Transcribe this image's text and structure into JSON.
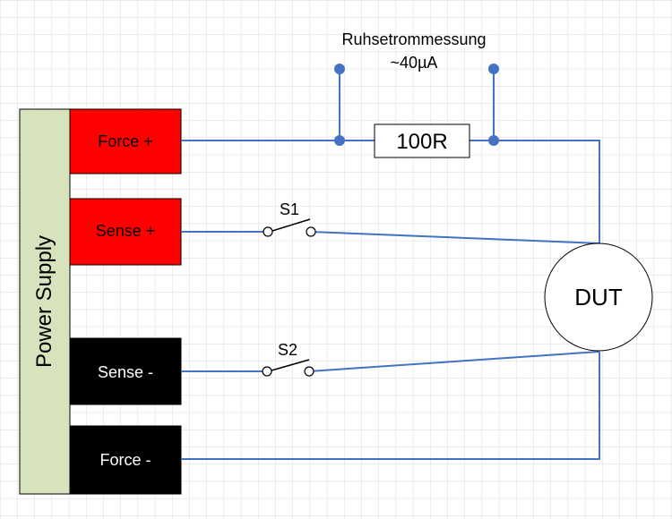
{
  "diagram": {
    "power_supply": {
      "label": "Power Supply"
    },
    "terminals": {
      "force_plus": {
        "label": "Force +",
        "color": "#ff0000"
      },
      "sense_plus": {
        "label": "Sense +",
        "color": "#ff0000"
      },
      "sense_minus": {
        "label": "Sense -",
        "color": "#000000"
      },
      "force_minus": {
        "label": "Force -",
        "color": "#000000"
      }
    },
    "measurement": {
      "title": "Ruhsetrommessung",
      "value": "~40µA"
    },
    "resistor": {
      "label": "100R"
    },
    "switches": {
      "s1": {
        "label": "S1"
      },
      "s2": {
        "label": "S2"
      }
    },
    "dut": {
      "label": "DUT"
    },
    "colors": {
      "wire": "#4472c4",
      "grid": "#d9d9d9",
      "power_supply_fill": "#d6e3bc"
    }
  }
}
